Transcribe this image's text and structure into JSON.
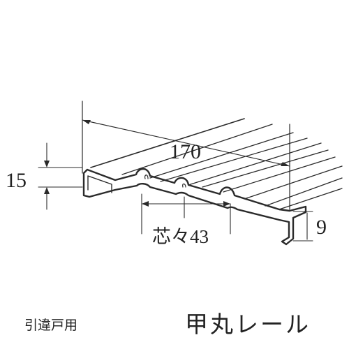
{
  "dimensions": {
    "width_label": "170",
    "height_label": "15",
    "pitch_label": "芯々43",
    "end_height_label": "9"
  },
  "captions": {
    "usage": "引違戸用",
    "product_name": "甲丸レール"
  }
}
